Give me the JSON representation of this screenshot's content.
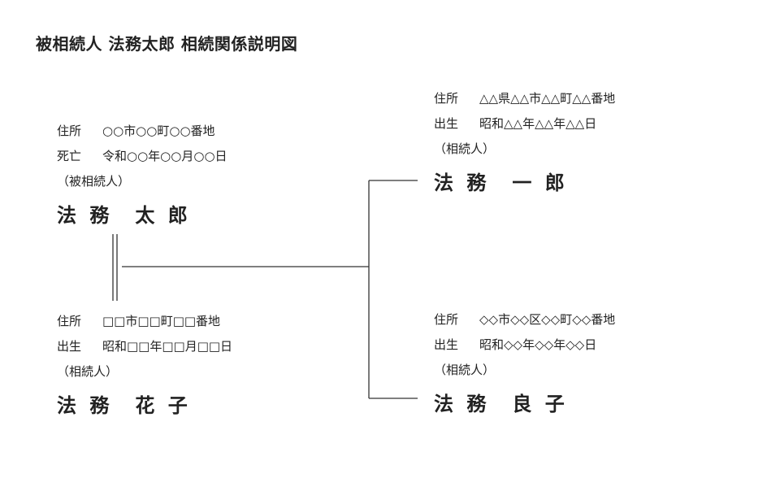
{
  "title": "被相続人 法務太郎 相続関係説明図",
  "persons": {
    "taro": {
      "address_label": "住所",
      "address": "○○市○○町○○番地",
      "event_label": "死亡",
      "event": "令和○○年○○月○○日",
      "role": "（被相続人）",
      "name": "法 務　太 郎"
    },
    "hanako": {
      "address_label": "住所",
      "address": "□□市□□町□□番地",
      "event_label": "出生",
      "event": "昭和□□年□□月□□日",
      "role": "（相続人）",
      "name": "法 務　花 子"
    },
    "ichiro": {
      "address_label": "住所",
      "address": "△△県△△市△△町△△番地",
      "event_label": "出生",
      "event": "昭和△△年△△年△△日",
      "role": "（相続人）",
      "name": "法 務　一 郎"
    },
    "ryoko": {
      "address_label": "住所",
      "address": "◇◇市◇◇区◇◇町◇◇番地",
      "event_label": "出生",
      "event": "昭和◇◇年◇◇年◇◇日",
      "role": "（相続人）",
      "name": "法 務　良 子"
    }
  },
  "colors": {
    "line": "#333333",
    "text": "#222222"
  }
}
